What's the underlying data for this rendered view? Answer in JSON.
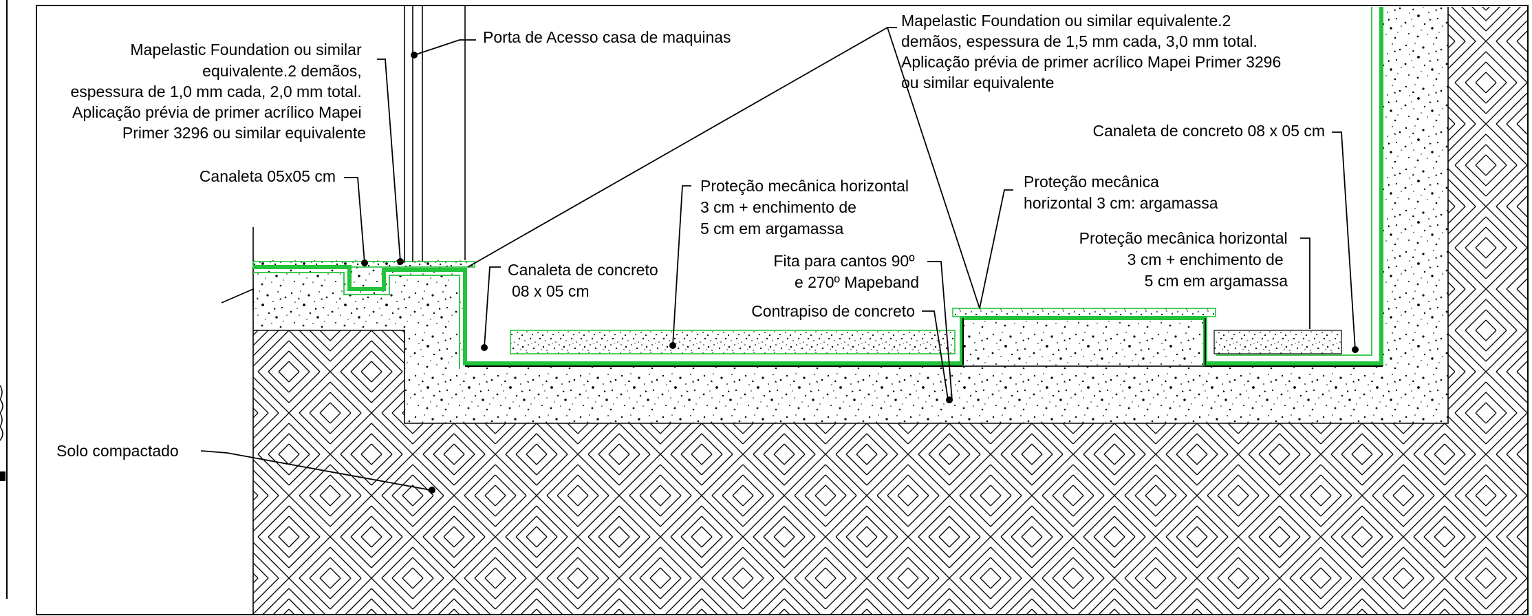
{
  "colors": {
    "membrane": "#21c43a",
    "line": "#000000",
    "background": "#ffffff"
  },
  "labels": {
    "foundation_left": [
      "Mapelastic Foundation ou similar",
      "equivalente.2 demãos,",
      "espessura de 1,0 mm cada, 2,0 mm total.",
      "Aplicação prévia de primer acrílico Mapei",
      "Primer 3296 ou similar equivalente"
    ],
    "porta_acesso": "Porta de Acesso casa de maquinas",
    "foundation_right": [
      "Mapelastic Foundation ou similar equivalente.2",
      "demãos, espessura de 1,5 mm cada, 3,0 mm total.",
      "Aplicação prévia de primer acrílico Mapei Primer 3296",
      "ou similar equivalente"
    ],
    "canaleta_05": "Canaleta 05x05 cm",
    "canaleta_concreto_right": "Canaleta de concreto 08 x 05 cm",
    "protecao_enchimento_mid": [
      "Proteção mecânica horizontal",
      "3 cm + enchimento de",
      "5 cm em argamassa"
    ],
    "protecao_argamassa": [
      "Proteção mecânica",
      "horizontal 3 cm: argamassa"
    ],
    "canaleta_concreto_left": [
      "Canaleta de concreto",
      "08 x 05 cm"
    ],
    "protecao_enchimento_right": [
      "Proteção mecânica horizontal",
      "3 cm + enchimento de",
      "5 cm em argamassa"
    ],
    "fita_cantos": [
      "Fita para cantos 90º",
      "e 270º Mapeband"
    ],
    "contrapiso": "Contrapiso de concreto",
    "solo": "Solo compactado"
  }
}
